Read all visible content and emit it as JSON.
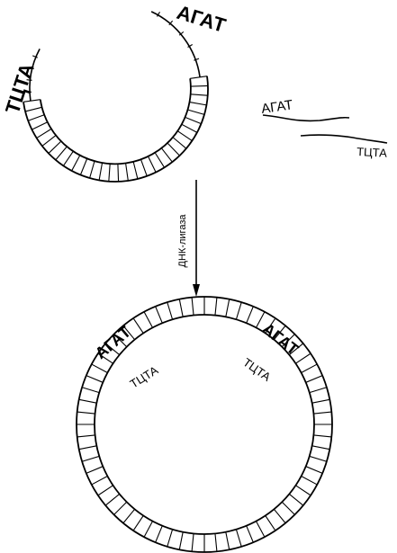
{
  "top_ring": {
    "end_left": "ТЦТА",
    "end_right": "АГАТ"
  },
  "fragment": {
    "upper_strand": "АГАТ",
    "lower_strand": "ТЦТА"
  },
  "arrow": {
    "label": "ДНК-лигаза"
  },
  "bottom_ring": {
    "left_outer": "АГАТ",
    "left_inner": "ТЦТА",
    "right_outer": "АГАТ",
    "right_inner": "ТЦТА"
  },
  "colors": {
    "ink": "#000000",
    "background": "#ffffff"
  }
}
